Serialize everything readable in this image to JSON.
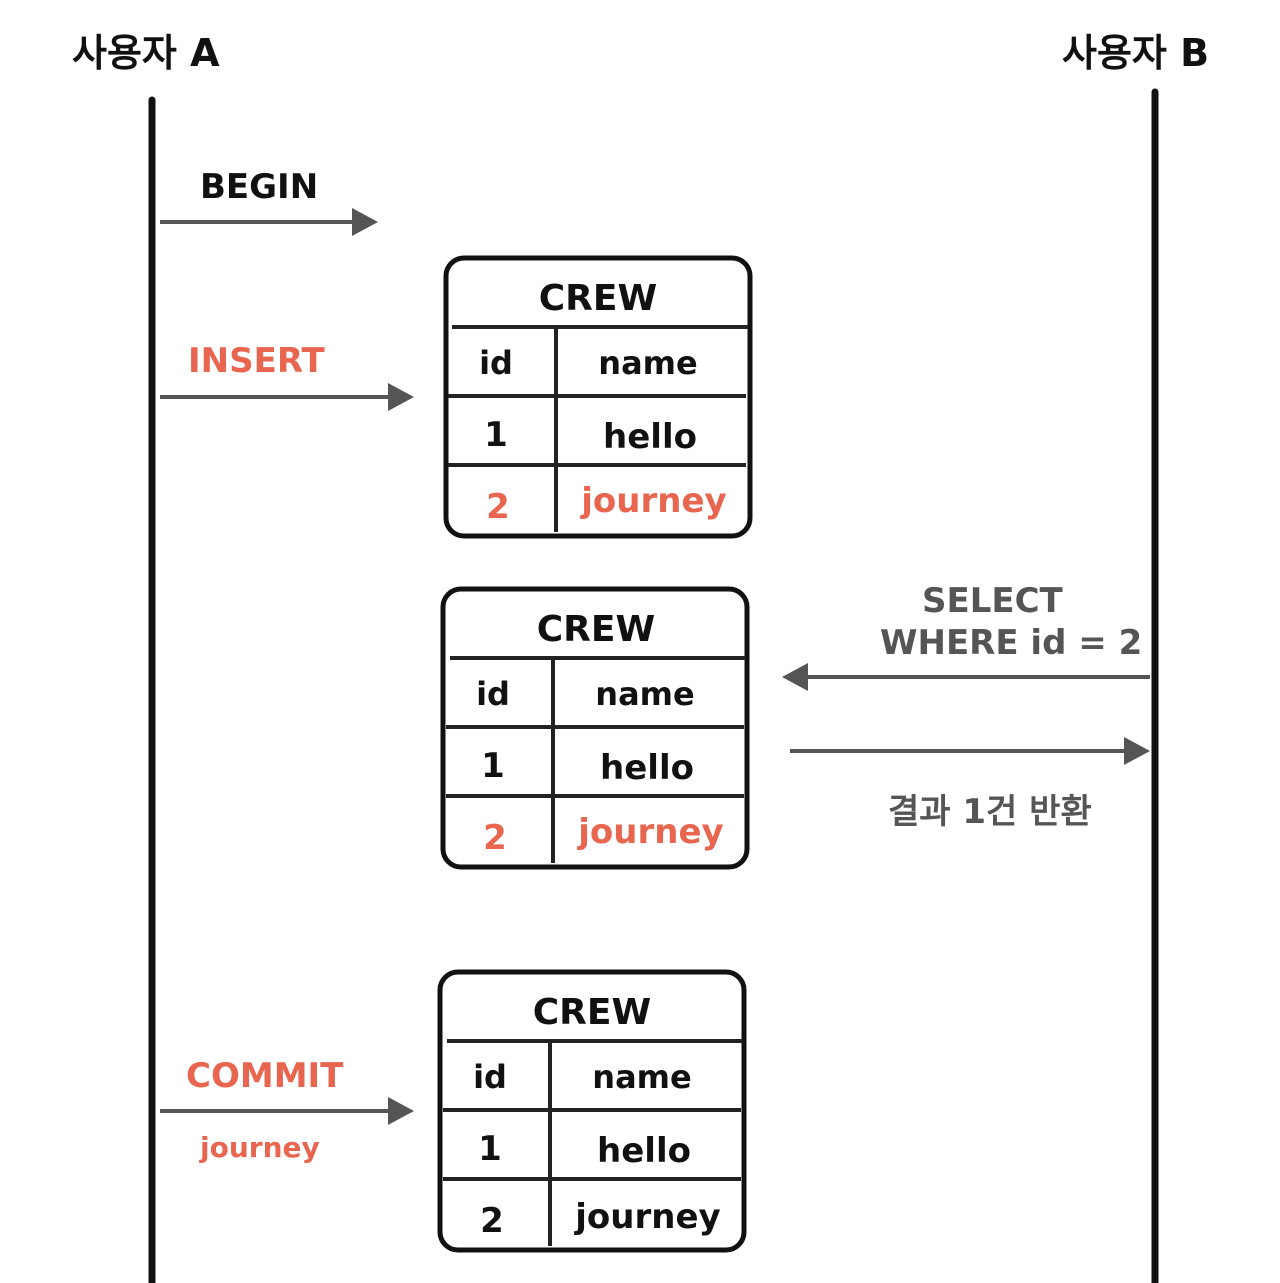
{
  "actors": {
    "a": "사용자 A",
    "b": "사용자 B"
  },
  "operations": {
    "begin": "BEGIN",
    "insert": "INSERT",
    "select_line1": "SELECT",
    "select_line2": "WHERE id = 2",
    "result": "결과 1건 반환",
    "commit": "COMMIT",
    "commit_note": "journey"
  },
  "tables": [
    {
      "title": "CREW",
      "headers": [
        "id",
        "name"
      ],
      "rows": [
        {
          "id": "1",
          "name": "hello",
          "highlight": false
        },
        {
          "id": "2",
          "name": "journey",
          "highlight": true
        }
      ]
    },
    {
      "title": "CREW",
      "headers": [
        "id",
        "name"
      ],
      "rows": [
        {
          "id": "1",
          "name": "hello",
          "highlight": false
        },
        {
          "id": "2",
          "name": "journey",
          "highlight": true
        }
      ]
    },
    {
      "title": "CREW",
      "headers": [
        "id",
        "name"
      ],
      "rows": [
        {
          "id": "1",
          "name": "hello",
          "highlight": false
        },
        {
          "id": "2",
          "name": "journey",
          "highlight": false
        }
      ]
    }
  ],
  "colors": {
    "highlight": "#e8654f",
    "arrow": "#555555",
    "ink": "#111111"
  }
}
